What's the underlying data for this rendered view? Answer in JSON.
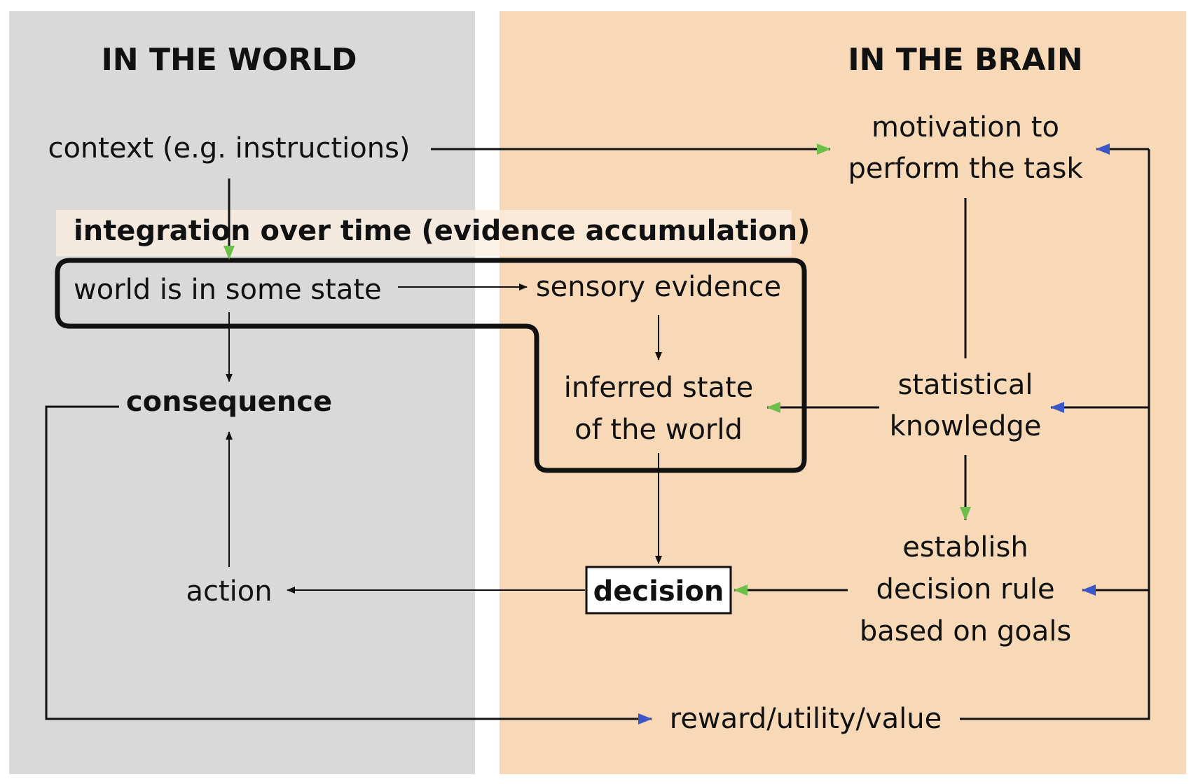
{
  "colors": {
    "world_panel": "#d9d9d9",
    "brain_panel": "#f7d9b8",
    "arrow_green": "#6cc04a",
    "arrow_blue": "#3a57c9",
    "line": "#111111",
    "banner": "#fbeee0"
  },
  "panels": {
    "world_title": "IN THE WORLD",
    "brain_title": "IN THE BRAIN"
  },
  "nodes": {
    "context": "context (e.g. instructions)",
    "motivation_line1": "motivation to",
    "motivation_line2": "perform the task",
    "integration": "integration over time (evidence accumulation)",
    "world_state": "world is in some state",
    "sensory": "sensory evidence",
    "inferred_line1": "inferred state",
    "inferred_line2": "of the world",
    "statistical_line1": "statistical",
    "statistical_line2": "knowledge",
    "consequence": "consequence",
    "establish_line1": "establish",
    "establish_line2": "decision rule",
    "establish_line3": "based on goals",
    "action": "action",
    "decision": "decision",
    "reward": "reward/utility/value"
  }
}
